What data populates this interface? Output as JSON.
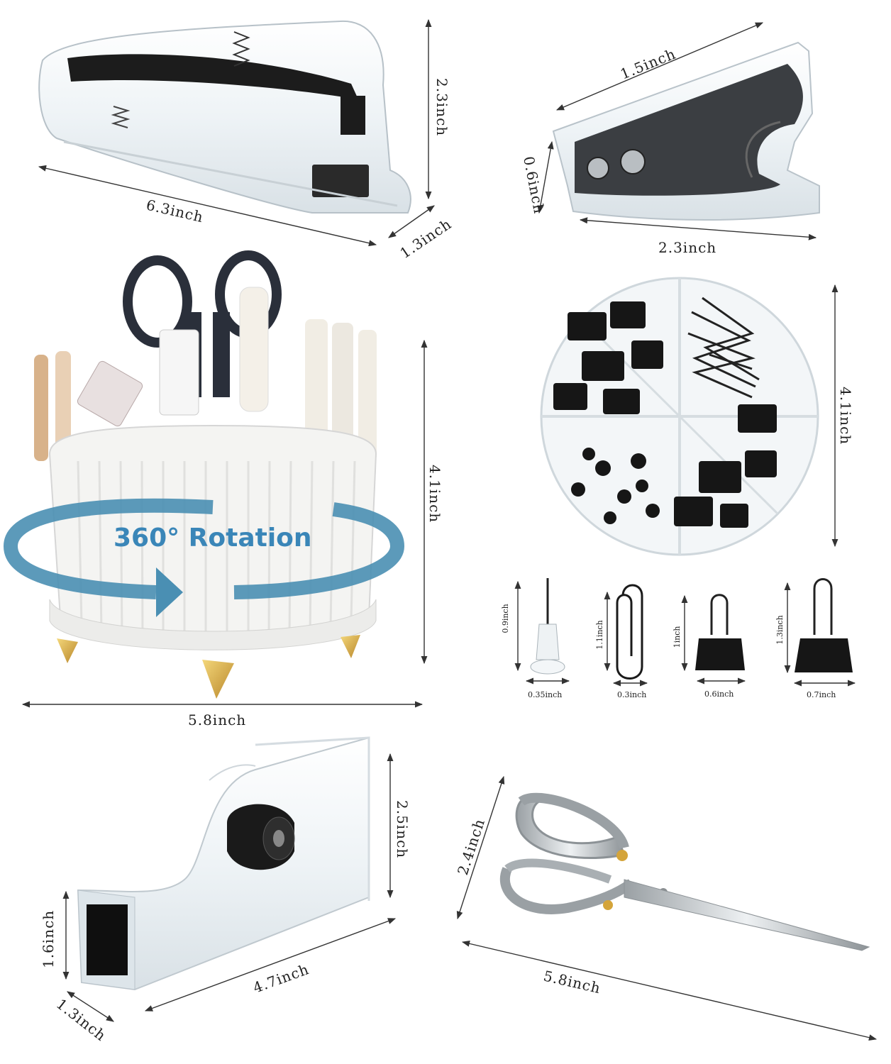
{
  "labels": {
    "stapler_length": "6.3inch",
    "stapler_height": "2.3inch",
    "stapler_width": "1.3inch",
    "remover_length": "1.5inch",
    "remover_height": "0.6inch",
    "remover_width": "2.3inch",
    "organizer_height": "4.1inch",
    "organizer_width": "5.8inch",
    "rotation": "360° Rotation",
    "clipbox_diameter": "4.1inch",
    "pushpin_height": "0.9inch",
    "pushpin_width": "0.35inch",
    "paperclip_height": "1.1inch",
    "paperclip_width": "0.3inch",
    "binder_small_height": "1inch",
    "binder_small_width": "0.6inch",
    "binder_large_height": "1.3inch",
    "binder_large_width": "0.7inch",
    "tape_height": "2.5inch",
    "tape_front_height": "1.6inch",
    "tape_width": "1.3inch",
    "tape_length": "4.7inch",
    "scissors_height": "2.4inch",
    "scissors_length": "5.8inch"
  },
  "colors": {
    "rotation_arrow": "#4a8fb3",
    "black_metal": "#1a1a1a",
    "acrylic": "#e8eef2",
    "gold": "#d4a43a"
  }
}
